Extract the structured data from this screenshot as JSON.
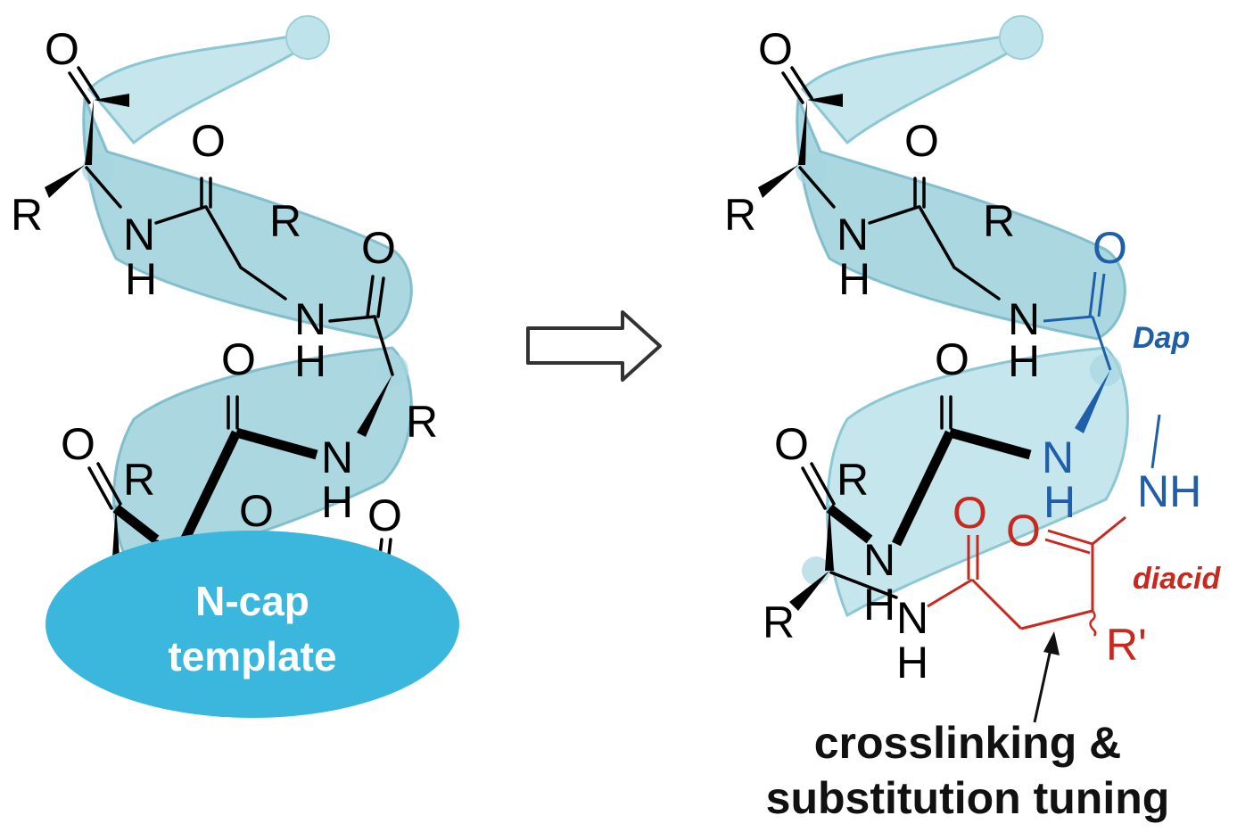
{
  "figure": {
    "colors": {
      "ribbon": "#8fcad6",
      "ribbon_light": "#b7e0e8",
      "ncap": "#3bb6dc",
      "dap": "#1f5ea8",
      "diacid": "#c8281e",
      "text": "#000000"
    },
    "left_panel": {
      "ncap_label_line1": "N-cap",
      "ncap_label_line2": "template",
      "atoms": {
        "O": "O",
        "N": "N",
        "H": "H",
        "R": "R"
      }
    },
    "arrow": {
      "icon": "hollow-right-arrow-icon"
    },
    "right_panel": {
      "dap_label": "Dap",
      "diacid_label": "diacid",
      "r_prime": "R'",
      "nh": "NH",
      "caption_line1": "crosslinking &",
      "caption_line2": "substitution tuning",
      "atoms": {
        "O": "O",
        "N": "N",
        "H": "H",
        "R": "R"
      }
    }
  }
}
